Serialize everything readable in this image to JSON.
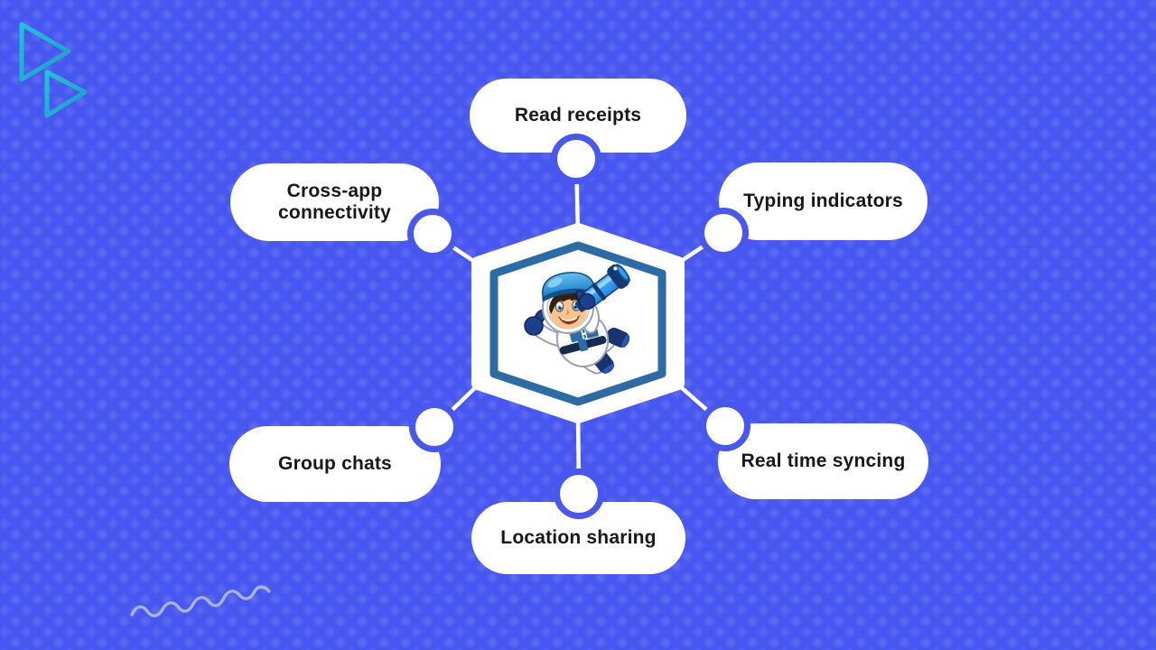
{
  "canvas": {
    "background_color": "#4757f0",
    "dot_pattern_color": "#5b6af8"
  },
  "decorations": {
    "triangle_color": "#1ec2d1",
    "triangle_count": 2,
    "squiggle_color": "#a9b3d6"
  },
  "center": {
    "shape": "hexagon",
    "hexagon_fill": "#ffffff",
    "inner_border_color": "#2b6ca6",
    "illustration": "astronaut-kid-with-telescope"
  },
  "style": {
    "pill_fill": "#ffffff",
    "pill_text_color": "#181818",
    "connector_color": "#ffffff",
    "dot_ring_color": "#4757f0"
  },
  "nodes": [
    {
      "id": "read-receipts",
      "label": "Read receipts",
      "position": "top"
    },
    {
      "id": "typing-indicators",
      "label": "Typing indicators",
      "position": "top-right"
    },
    {
      "id": "real-time-syncing",
      "label": "Real time syncing",
      "position": "bottom-right"
    },
    {
      "id": "location-sharing",
      "label": "Location sharing",
      "position": "bottom"
    },
    {
      "id": "group-chats",
      "label": "Group chats",
      "position": "bottom-left"
    },
    {
      "id": "cross-app-connectivity",
      "label": "Cross-app connectivity",
      "position": "top-left"
    }
  ]
}
